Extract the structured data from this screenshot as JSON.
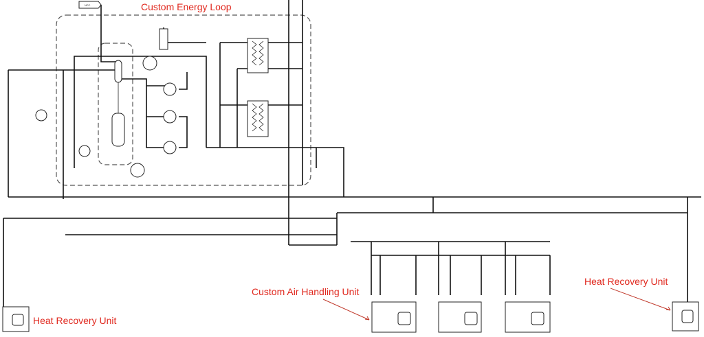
{
  "labels": {
    "energy_loop": "Custom Energy Loop",
    "air_handling_unit": "Custom Air Handling Unit",
    "heat_recovery_left": "Heat Recovery Unit",
    "heat_recovery_right": "Heat Recovery Unit"
  },
  "tags": {
    "npc": "NPC"
  },
  "colors": {
    "annotation": "#e0281e",
    "line": "#111111"
  }
}
